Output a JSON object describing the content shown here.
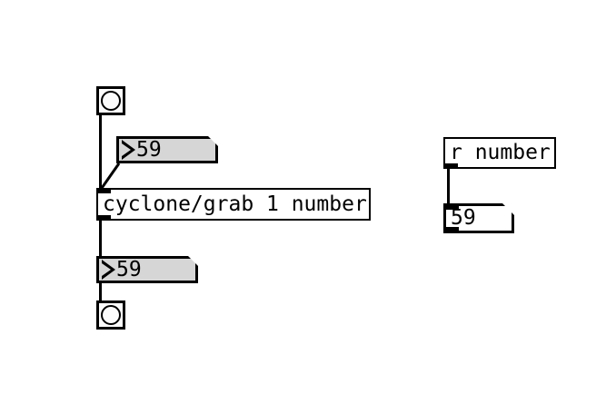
{
  "patch": {
    "background_color": "#ffffff",
    "line_color": "#000000",
    "numbox_fill": "#d6d6d6",
    "objbox_fill": "#ffffff"
  },
  "left_chain": {
    "bang_top": {
      "name": "bang",
      "label": ""
    },
    "numbox_top": {
      "value": "59"
    },
    "object": {
      "text": "cyclone/grab 1 number"
    },
    "numbox_bottom": {
      "value": "59"
    },
    "bang_bottom": {
      "name": "bang",
      "label": ""
    }
  },
  "right_chain": {
    "receive_object": {
      "text": "r number"
    },
    "numbox": {
      "value": "59"
    }
  }
}
